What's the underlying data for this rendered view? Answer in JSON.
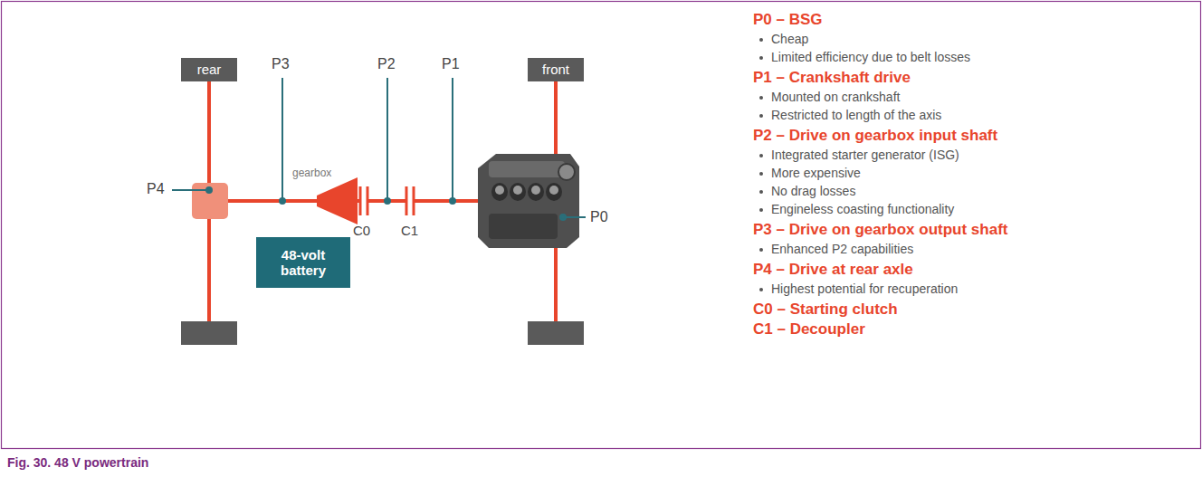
{
  "diagram": {
    "caption": "Fig. 30. 48 V powertrain",
    "nodes": [
      {
        "text": [
          "rear"
        ]
      },
      {
        "text": [
          "front"
        ]
      },
      {
        "text": [
          "48-volt battery"
        ]
      }
    ],
    "labels": [
      "P3",
      "P2",
      "P1",
      "P4",
      "gearbox",
      "P0",
      "C0",
      "C1",
      "P0 – BSG",
      "Cheap",
      "Limited efficiency due to belt losses",
      "P1 – Crankshaft drive",
      "Mounted on crankshaft",
      "Restricted to length of the axis",
      "P2 – Drive on gearbox input shaft",
      "Integrated starter generator (ISG)",
      "More expensive",
      "No drag losses",
      "Engineless coasting functionality",
      "P3 – Drive on gearbox output shaft",
      "Enhanced P2 capabilities",
      "P4 – Drive at rear axle",
      "Highest potential for recuperation",
      "C0 – Starting clutch",
      "C1 – Decoupler"
    ]
  }
}
